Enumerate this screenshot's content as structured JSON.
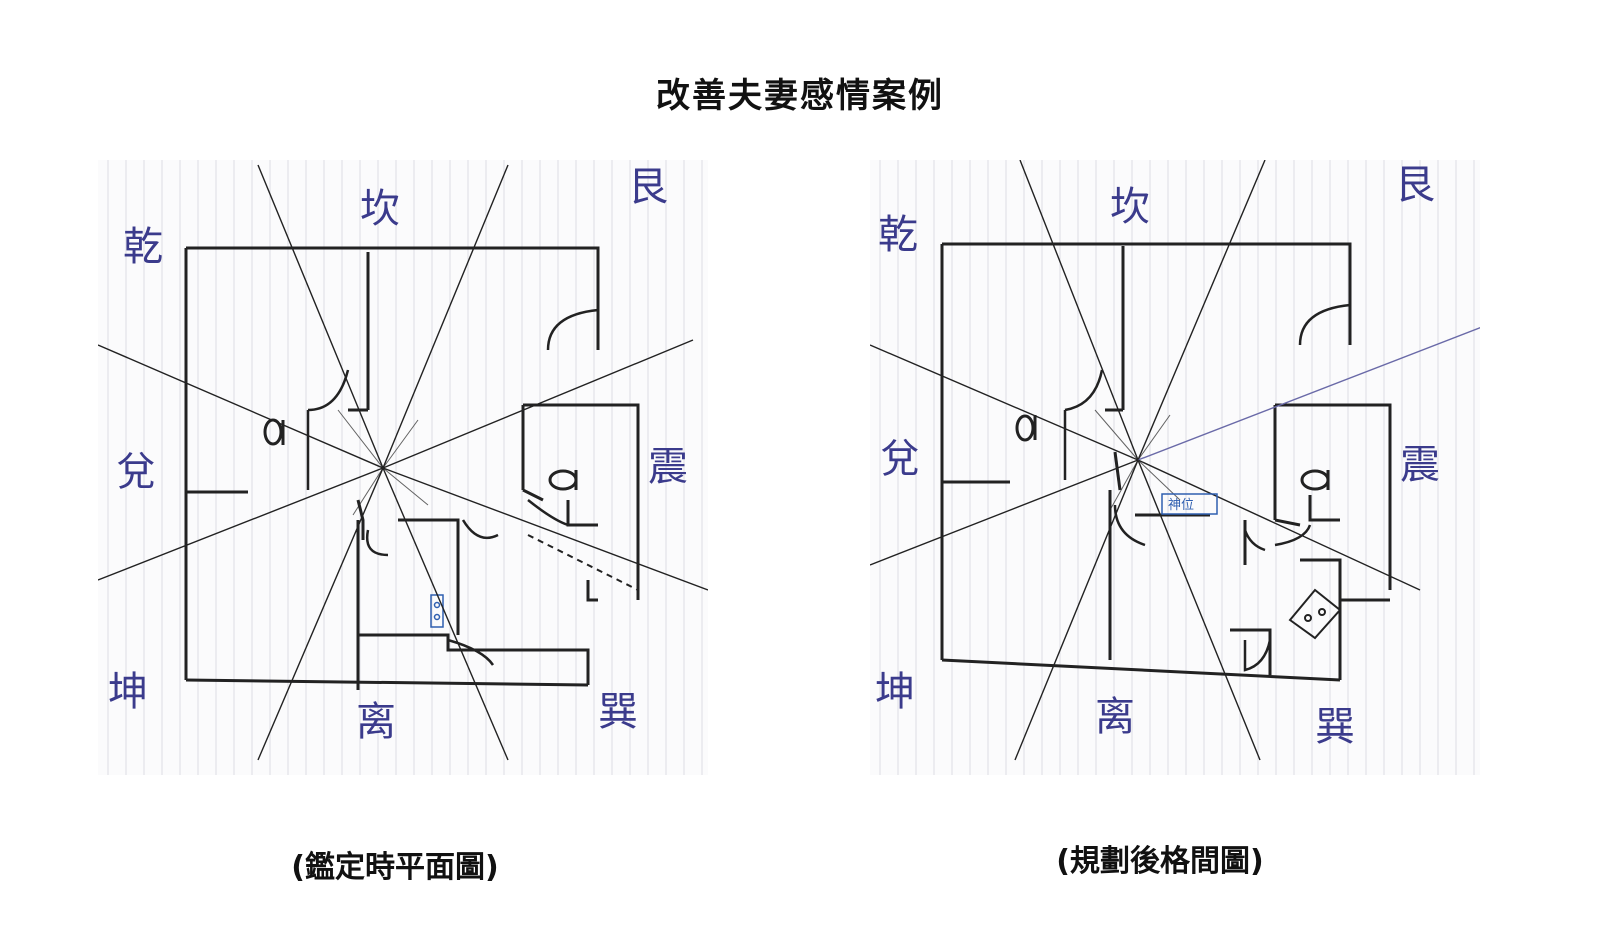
{
  "title": "改善夫妻感情案例",
  "left_plan": {
    "caption": "(鑑定時平面圖)",
    "directions": {
      "northwest": "乾",
      "north": "坎",
      "northeast": "艮",
      "west": "兌",
      "east": "震",
      "southwest": "坤",
      "south": "离",
      "southeast": "巽"
    }
  },
  "right_plan": {
    "caption": "(規劃後格間圖)",
    "directions": {
      "northwest": "乾",
      "north": "坎",
      "northeast": "艮",
      "west": "兌",
      "east": "震",
      "southwest": "坤",
      "south": "离",
      "southeast": "巽"
    },
    "altar_label": "神位"
  },
  "colors": {
    "ink": "#222222",
    "direction_ink": "#3b3b8c",
    "blue_pen": "#2f5fb0",
    "grid": "#dcdde3"
  }
}
